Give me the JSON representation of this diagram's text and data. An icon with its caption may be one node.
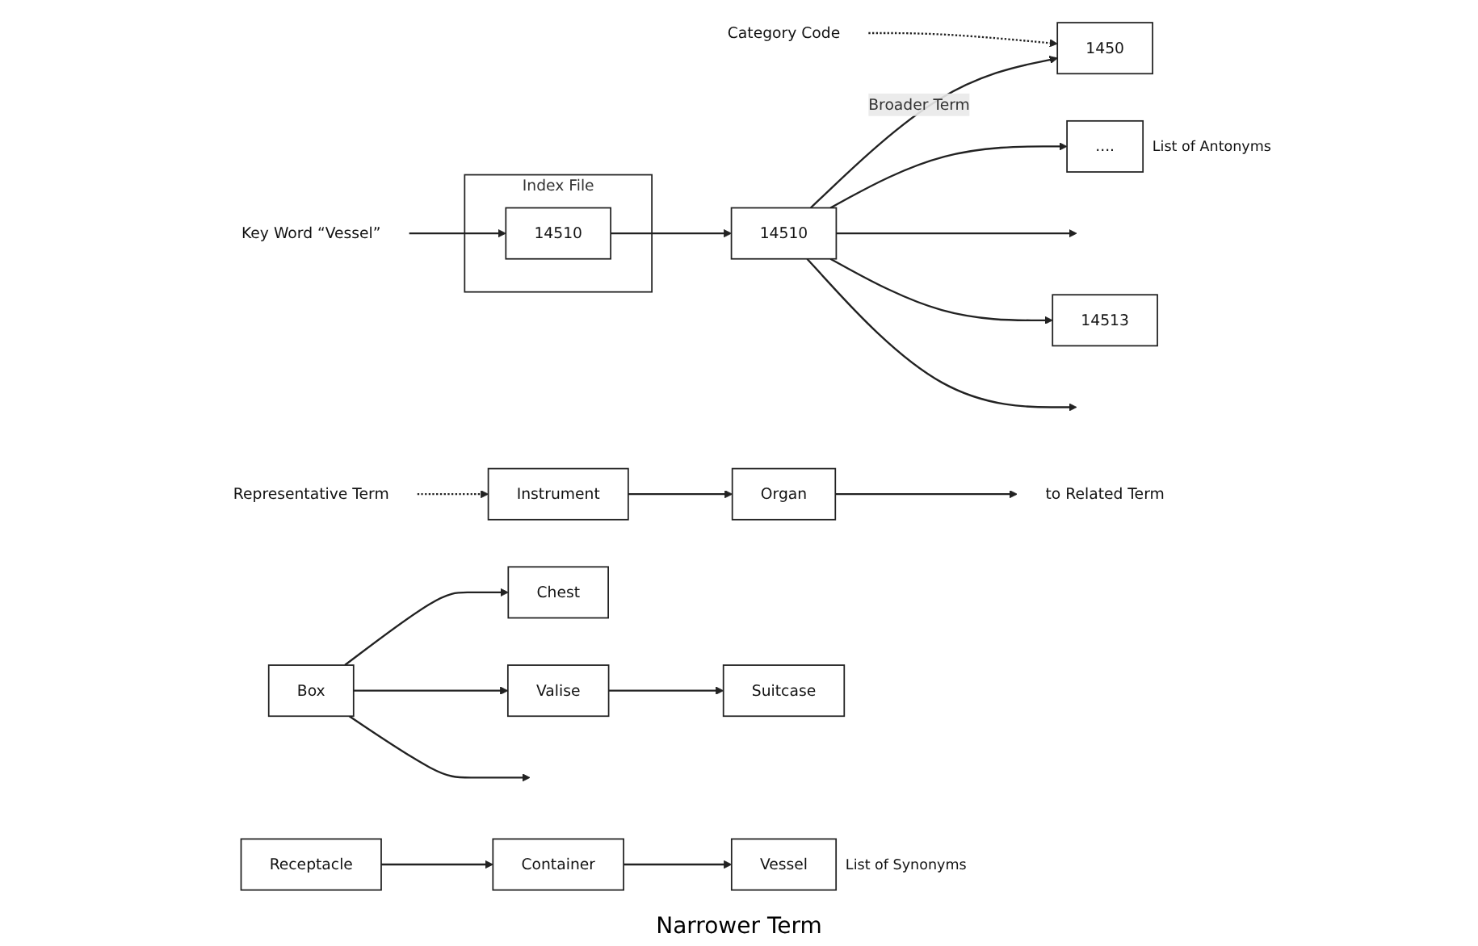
{
  "diagram": {
    "nodes": [
      {
        "text": [
          "Index File"
        ]
      },
      {
        "text": [
          "14510"
        ],
        "in": 0
      },
      {
        "text": [
          "Key Word “Vessel”"
        ]
      },
      {
        "text": [
          "Category Code"
        ]
      },
      {
        "text": [
          "1450"
        ]
      },
      {
        "text": [
          "Representative Term"
        ]
      },
      {
        "text": [
          "Instrument"
        ]
      },
      {
        "text": [
          "Organ"
        ]
      },
      {
        "text": [
          "to Related Term"
        ]
      },
      {
        "text": [
          "...."
        ],
        "beside": [
          "List of Antonyms"
        ]
      },
      {
        "text": [
          "14510"
        ]
      },
      {
        "text": [
          "Receptacle"
        ]
      },
      {
        "text": [
          "Container"
        ]
      },
      {
        "text": [
          "Vessel"
        ],
        "beside": [
          "List of Synonyms"
        ]
      },
      {
        "text": [
          "14513"
        ]
      },
      {
        "text": [
          "Box"
        ]
      },
      {
        "text": [
          "Chest"
        ]
      },
      {
        "text": [
          "Valise"
        ]
      },
      {
        "text": [
          "Suitcase"
        ]
      }
    ],
    "edges": [
      {
        "from": 2,
        "to": 1,
        "arrow": "to"
      },
      {
        "from": 1,
        "to": 10,
        "arrow": "to"
      },
      {
        "from": 3,
        "to": 4,
        "arrow": "to",
        "style": "dashed"
      },
      {
        "from": 5,
        "to": 6,
        "arrow": "to",
        "style": "dashed"
      },
      {
        "from": 6,
        "to": 7,
        "arrow": "to"
      },
      {
        "from": 7,
        "to": 8,
        "arrow": "to"
      },
      {
        "from": 10,
        "to": 4,
        "arrow": "to",
        "label": "Broader Term"
      },
      {
        "from": 10,
        "to": 9,
        "arrow": "to"
      },
      {
        "from": 11,
        "to": 12,
        "arrow": "to"
      },
      {
        "from": 12,
        "to": 13,
        "arrow": "to"
      },
      {
        "from": 10,
        "to": null,
        "arrow": "to"
      },
      {
        "from": 10,
        "to": 14,
        "arrow": "to"
      },
      {
        "from": 10,
        "to": null,
        "arrow": "to"
      },
      {
        "from": 15,
        "to": 16,
        "arrow": "to"
      },
      {
        "from": 15,
        "to": 17,
        "arrow": "to"
      },
      {
        "from": 15,
        "to": null,
        "arrow": "to"
      },
      {
        "from": 17,
        "to": 18,
        "arrow": "to"
      }
    ],
    "labels": [
      "Narrower Term"
    ]
  }
}
